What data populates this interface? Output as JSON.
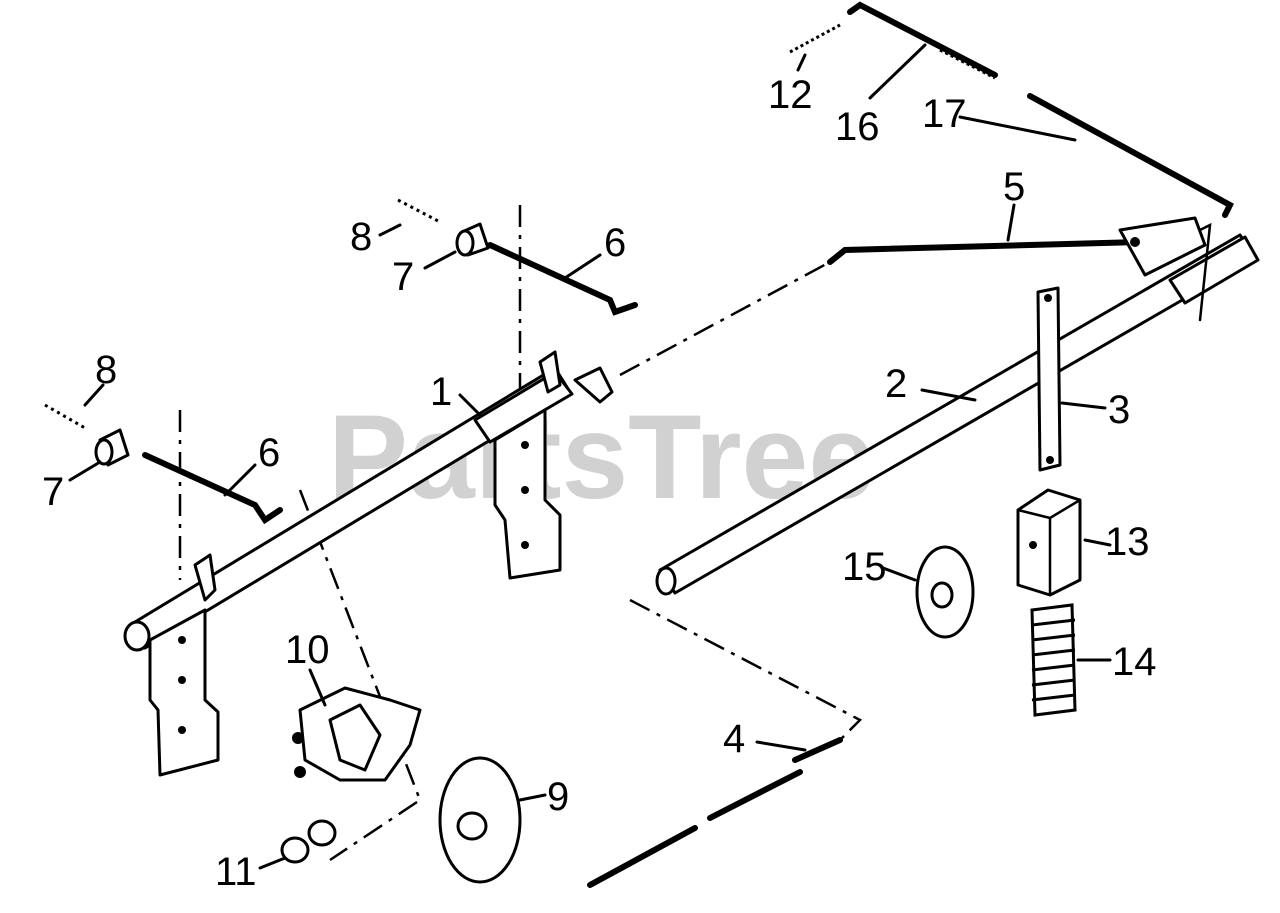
{
  "watermark": "PartsTree",
  "callouts": {
    "c1": "1",
    "c2": "2",
    "c3": "3",
    "c4": "4",
    "c5": "5",
    "c6a": "6",
    "c6b": "6",
    "c7a": "7",
    "c7b": "7",
    "c8a": "8",
    "c8b": "8",
    "c9": "9",
    "c10": "10",
    "c11": "11",
    "c12": "12",
    "c13": "13",
    "c14": "14",
    "c15": "15",
    "c16": "16",
    "c17": "17"
  }
}
